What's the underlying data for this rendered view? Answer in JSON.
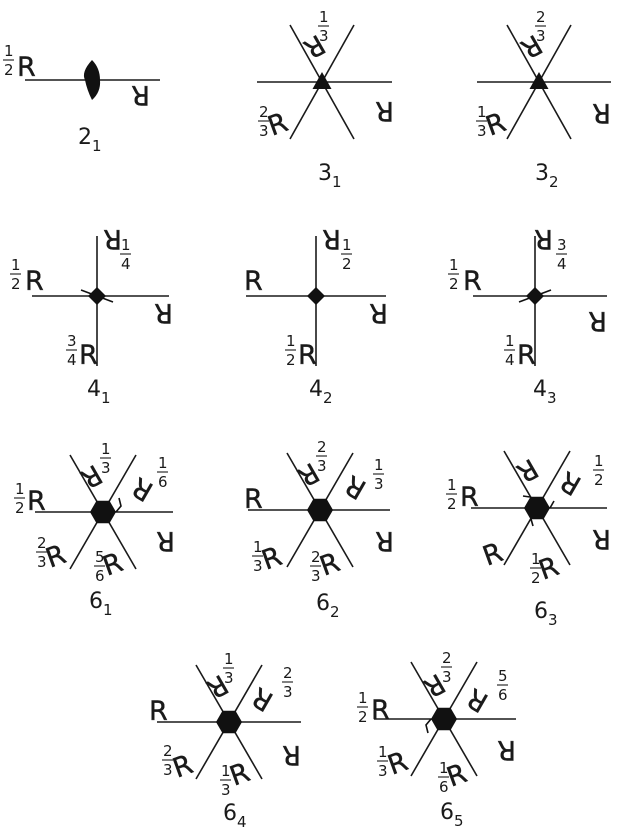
{
  "diagrams": [
    {
      "id": "2_1",
      "label_main": "2",
      "label_sub": "1",
      "symbol": "lens",
      "glyphs": [
        {
          "frac_num": "1",
          "frac_den": "2",
          "letter": "R"
        },
        {
          "frac_num": "",
          "frac_den": "",
          "letter": "R"
        }
      ]
    },
    {
      "id": "3_1",
      "label_main": "3",
      "label_sub": "1",
      "symbol": "triangle",
      "glyphs": [
        {
          "frac_num": "1",
          "frac_den": "3",
          "letter": "R"
        },
        {
          "frac_num": "",
          "frac_den": "",
          "letter": "R"
        },
        {
          "frac_num": "2",
          "frac_den": "3",
          "letter": "R"
        }
      ]
    },
    {
      "id": "3_2",
      "label_main": "3",
      "label_sub": "2",
      "symbol": "triangle",
      "glyphs": [
        {
          "frac_num": "2",
          "frac_den": "3",
          "letter": "R"
        },
        {
          "frac_num": "",
          "frac_den": "",
          "letter": "R"
        },
        {
          "frac_num": "1",
          "frac_den": "3",
          "letter": "R"
        }
      ]
    },
    {
      "id": "4_1",
      "label_main": "4",
      "label_sub": "1",
      "symbol": "diamond",
      "glyphs": [
        {
          "frac_num": "1",
          "frac_den": "2",
          "letter": "R"
        },
        {
          "frac_num": "1",
          "frac_den": "4",
          "letter": "R"
        },
        {
          "frac_num": "",
          "frac_den": "",
          "letter": "R"
        },
        {
          "frac_num": "3",
          "frac_den": "4",
          "letter": "R"
        }
      ]
    },
    {
      "id": "4_2",
      "label_main": "4",
      "label_sub": "2",
      "symbol": "diamond",
      "glyphs": [
        {
          "frac_num": "",
          "frac_den": "",
          "letter": "R"
        },
        {
          "frac_num": "1",
          "frac_den": "2",
          "letter": "R"
        },
        {
          "frac_num": "",
          "frac_den": "",
          "letter": "R"
        },
        {
          "frac_num": "1",
          "frac_den": "2",
          "letter": "R"
        }
      ]
    },
    {
      "id": "4_3",
      "label_main": "4",
      "label_sub": "3",
      "symbol": "diamond",
      "glyphs": [
        {
          "frac_num": "1",
          "frac_den": "2",
          "letter": "R"
        },
        {
          "frac_num": "3",
          "frac_den": "4",
          "letter": "R"
        },
        {
          "frac_num": "",
          "frac_den": "",
          "letter": "R"
        },
        {
          "frac_num": "1",
          "frac_den": "4",
          "letter": "R"
        }
      ]
    },
    {
      "id": "6_1",
      "label_main": "6",
      "label_sub": "1",
      "symbol": "hexagon",
      "glyphs": [
        {
          "frac_num": "1",
          "frac_den": "2",
          "letter": "R"
        },
        {
          "frac_num": "1",
          "frac_den": "3",
          "letter": "R"
        },
        {
          "frac_num": "1",
          "frac_den": "6",
          "letter": "R"
        },
        {
          "frac_num": "",
          "frac_den": "",
          "letter": "R"
        },
        {
          "frac_num": "5",
          "frac_den": "6",
          "letter": "R"
        },
        {
          "frac_num": "2",
          "frac_den": "3",
          "letter": "R"
        }
      ]
    },
    {
      "id": "6_2",
      "label_main": "6",
      "label_sub": "2",
      "symbol": "hexagon",
      "glyphs": [
        {
          "frac_num": "",
          "frac_den": "",
          "letter": "R"
        },
        {
          "frac_num": "2",
          "frac_den": "3",
          "letter": "R"
        },
        {
          "frac_num": "1",
          "frac_den": "3",
          "letter": "R"
        },
        {
          "frac_num": "",
          "frac_den": "",
          "letter": "R"
        },
        {
          "frac_num": "2",
          "frac_den": "3",
          "letter": "R"
        },
        {
          "frac_num": "1",
          "frac_den": "3",
          "letter": "R"
        }
      ]
    },
    {
      "id": "6_3",
      "label_main": "6",
      "label_sub": "3",
      "symbol": "hexagon",
      "glyphs": [
        {
          "frac_num": "1",
          "frac_den": "2",
          "letter": "R"
        },
        {
          "frac_num": "",
          "frac_den": "",
          "letter": "R"
        },
        {
          "frac_num": "1",
          "frac_den": "2",
          "letter": "R"
        },
        {
          "frac_num": "",
          "frac_den": "",
          "letter": "R"
        },
        {
          "frac_num": "1",
          "frac_den": "2",
          "letter": "R"
        },
        {
          "frac_num": "",
          "frac_den": "",
          "letter": "R"
        }
      ]
    },
    {
      "id": "6_4",
      "label_main": "6",
      "label_sub": "4",
      "symbol": "hexagon",
      "glyphs": [
        {
          "frac_num": "",
          "frac_den": "",
          "letter": "R"
        },
        {
          "frac_num": "1",
          "frac_den": "3",
          "letter": "R"
        },
        {
          "frac_num": "2",
          "frac_den": "3",
          "letter": "R"
        },
        {
          "frac_num": "",
          "frac_den": "",
          "letter": "R"
        },
        {
          "frac_num": "1",
          "frac_den": "3",
          "letter": "R"
        },
        {
          "frac_num": "2",
          "frac_den": "3",
          "letter": "R"
        }
      ]
    },
    {
      "id": "6_5",
      "label_main": "6",
      "label_sub": "5",
      "symbol": "hexagon",
      "glyphs": [
        {
          "frac_num": "1",
          "frac_den": "2",
          "letter": "R"
        },
        {
          "frac_num": "2",
          "frac_den": "3",
          "letter": "R"
        },
        {
          "frac_num": "5",
          "frac_den": "6",
          "letter": "R"
        },
        {
          "frac_num": "",
          "frac_den": "",
          "letter": "R"
        },
        {
          "frac_num": "1",
          "frac_den": "6",
          "letter": "R"
        },
        {
          "frac_num": "1",
          "frac_den": "3",
          "letter": "R"
        }
      ]
    }
  ]
}
